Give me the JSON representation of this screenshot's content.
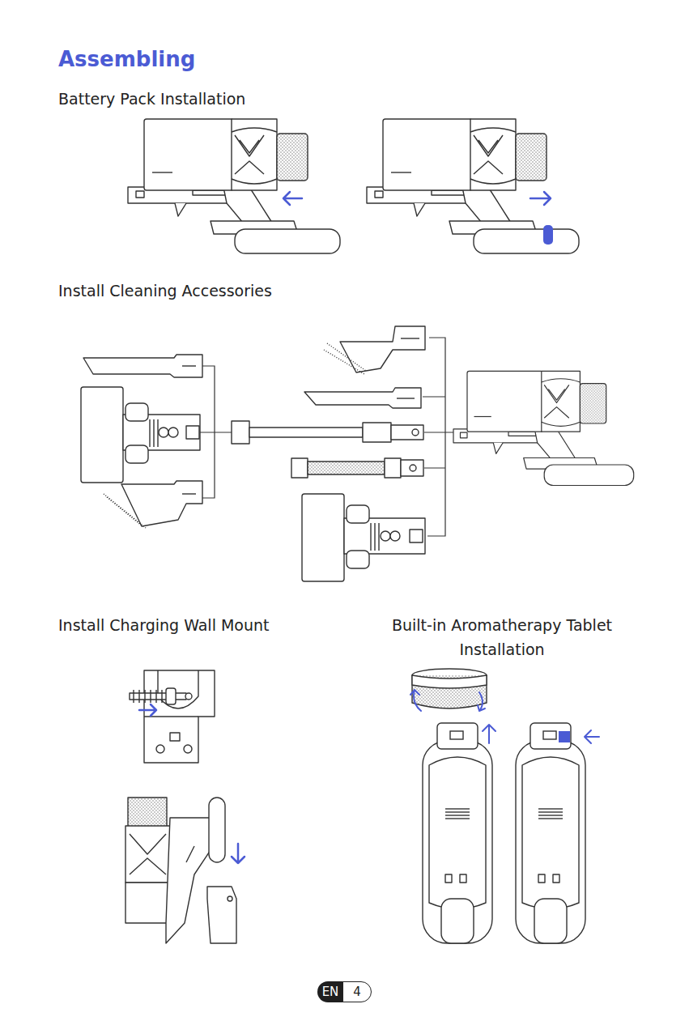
{
  "diagram": {
    "title": "Assembling",
    "nodes": [
      {
        "text": [
          "EN"
        ]
      },
      {
        "text": [
          "4"
        ]
      }
    ],
    "edges": [],
    "labels": [
      "Battery Pack Installation",
      "Install Cleaning Accessories",
      "Install Charging Wall Mount",
      "Built-in Aromatherapy Tablet Installation"
    ]
  }
}
